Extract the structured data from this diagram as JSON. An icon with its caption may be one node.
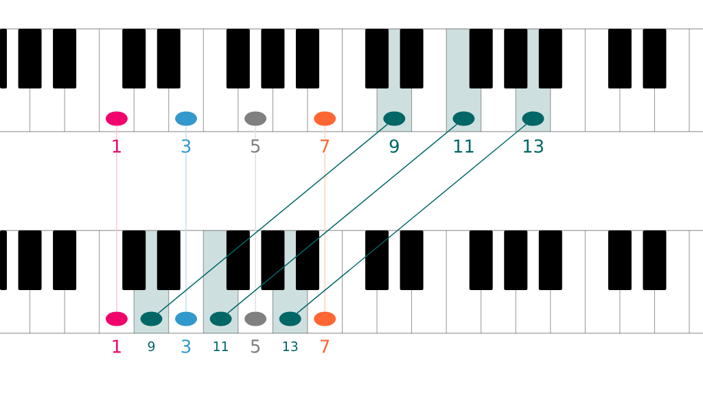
{
  "diagram": {
    "nodes": [
      {
        "text": [],
        "shape": "circle",
        "beside": [
          "1"
        ]
      },
      {
        "text": [],
        "shape": "circle",
        "beside": [
          "3"
        ]
      },
      {
        "text": [],
        "shape": "circle",
        "beside": [
          "5"
        ]
      },
      {
        "text": [],
        "shape": "circle",
        "beside": [
          "7"
        ]
      },
      {
        "text": [],
        "shape": "circle",
        "beside": [
          "9"
        ]
      },
      {
        "text": [],
        "shape": "circle",
        "beside": [
          "11"
        ]
      },
      {
        "text": [],
        "shape": "circle",
        "beside": [
          "13"
        ]
      },
      {
        "text": [],
        "shape": "circle",
        "beside": [
          "1"
        ]
      },
      {
        "text": [],
        "shape": "circle",
        "beside": [
          "9"
        ]
      },
      {
        "text": [],
        "shape": "circle",
        "beside": [
          "3"
        ]
      },
      {
        "text": [],
        "shape": "circle",
        "beside": [
          "11"
        ]
      },
      {
        "text": [],
        "shape": "circle",
        "beside": [
          "5"
        ]
      },
      {
        "text": [],
        "shape": "circle",
        "beside": [
          "13"
        ]
      },
      {
        "text": [],
        "shape": "circle",
        "beside": [
          "7"
        ]
      }
    ],
    "edges": [
      {
        "from": 0,
        "to": 7,
        "arrow": "none",
        "color": "#f9c6d8"
      },
      {
        "from": 1,
        "to": 9,
        "arrow": "none",
        "color": "#c6e0f0"
      },
      {
        "from": 2,
        "to": 11,
        "arrow": "none",
        "color": "#e0e0e0"
      },
      {
        "from": 3,
        "to": 13,
        "arrow": "none",
        "color": "#fbd3c0"
      },
      {
        "from": 4,
        "to": 8,
        "arrow": "none",
        "color": "#006666"
      },
      {
        "from": 5,
        "to": 10,
        "arrow": "none",
        "color": "#006666"
      },
      {
        "from": 6,
        "to": 12,
        "arrow": "none",
        "color": "#006666"
      }
    ]
  }
}
